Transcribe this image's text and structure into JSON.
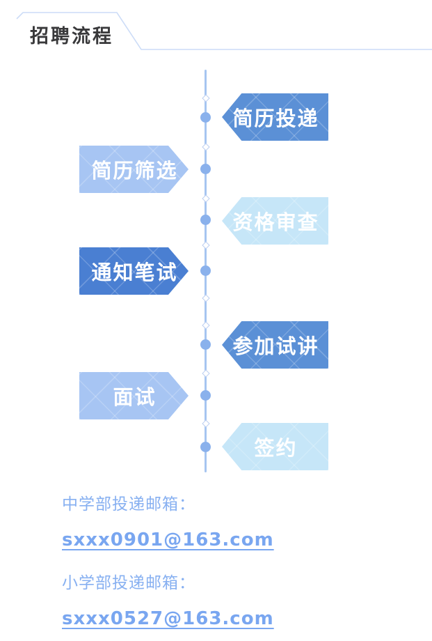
{
  "header": {
    "title": "招聘流程",
    "title_color": "#39393b",
    "line_color": "#ccdcf7"
  },
  "timeline": {
    "line_color": "#a6c5f0",
    "dot_color": "#8ab1ec",
    "dot_count": 7
  },
  "steps": [
    {
      "label": "简历投递",
      "side": "right",
      "color": "#5b90d6",
      "text_color": "#ffffff"
    },
    {
      "label": "简历筛选",
      "side": "left",
      "color": "#a7c5f3",
      "text_color": "#ffffff"
    },
    {
      "label": "资格审查",
      "side": "right",
      "color": "#c6e6f8",
      "text_color": "#ffffff"
    },
    {
      "label": "通知笔试",
      "side": "left",
      "color": "#4a7fd2",
      "text_color": "#ffffff"
    },
    {
      "label": "参加试讲",
      "side": "right",
      "color": "#5b90d6",
      "text_color": "#ffffff"
    },
    {
      "label": "面试",
      "side": "left",
      "color": "#a7c5f3",
      "text_color": "#ffffff"
    },
    {
      "label": "签约",
      "side": "right",
      "color": "#c6e6f8",
      "text_color": "#ffffff"
    }
  ],
  "contacts": [
    {
      "label": "中学部投递邮箱：",
      "email": "sxxx0901@163.com"
    },
    {
      "label": "小学部投递邮箱：",
      "email": "sxxx0527@163.com"
    }
  ]
}
